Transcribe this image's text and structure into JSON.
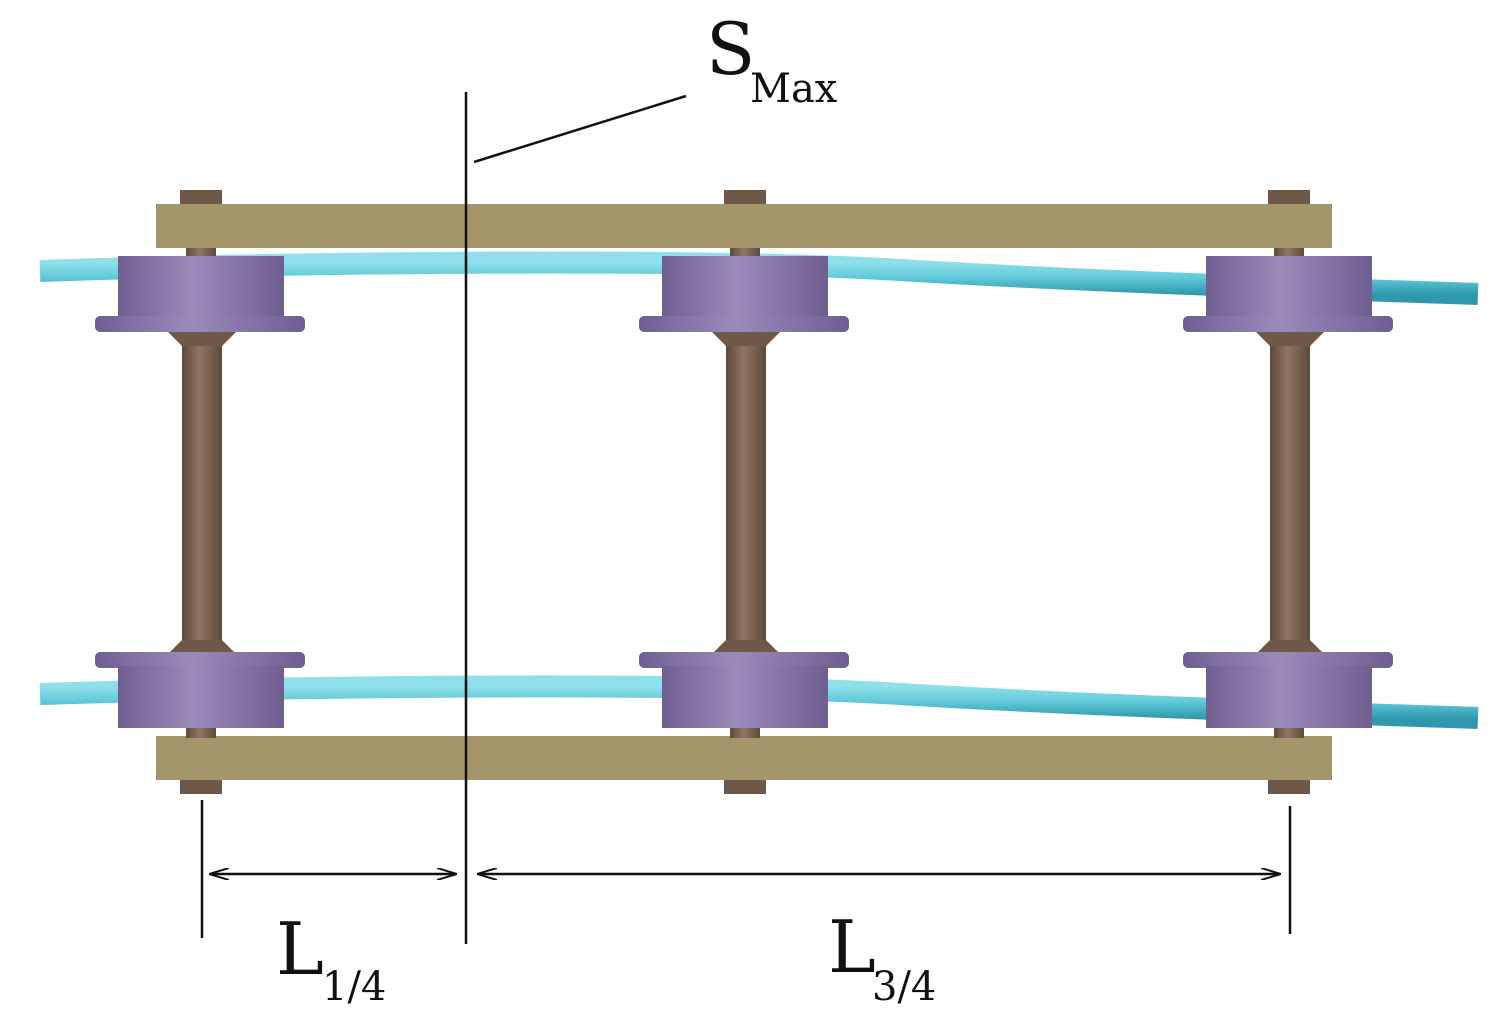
{
  "labels": {
    "s_max_main": "S",
    "s_max_sub": "Max",
    "l_quarter_main": "L",
    "l_quarter_sub": "1/4",
    "l_three_quarter_main": "L",
    "l_three_quarter_sub": "3/4"
  },
  "colors": {
    "rail": "#5fc8d8",
    "rail_edge": "#2a8fa3",
    "frame": "#a4966a",
    "axle": "#6e5848",
    "axle_light": "#8a7060",
    "wheel": "#8a78a8",
    "wheel_dark": "#6f5e90",
    "line": "#111111"
  },
  "components": [
    "rail",
    "side-frame",
    "axle",
    "wheel",
    "dimension-line",
    "section-line"
  ],
  "wheelset_count": 3
}
